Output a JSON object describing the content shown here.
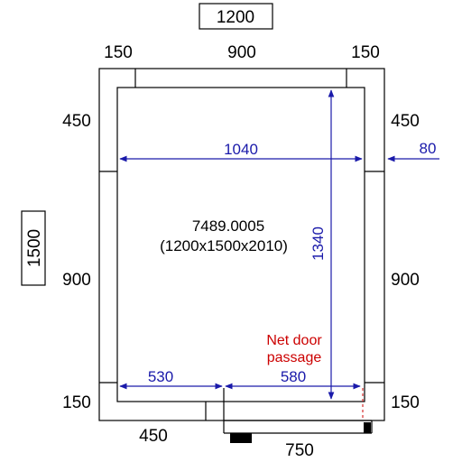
{
  "colors": {
    "outline": "#000000",
    "dimension_blue": "#1a1aaa",
    "note_red": "#cc0000",
    "door_fill": "#000000"
  },
  "dimensions": {
    "overall_width": "1200",
    "overall_depth": "1500",
    "top_left": "150",
    "top_center": "900",
    "top_right": "150",
    "left_upper": "450",
    "left_middle": "900",
    "left_lower": "150",
    "right_upper": "450",
    "right_middle": "900",
    "right_lower": "150",
    "bottom_left": "450",
    "bottom_door": "750",
    "inner_width": "1040",
    "inner_depth": "1340",
    "wall_thickness": "80",
    "inner_left_segment": "530",
    "inner_right_segment": "580"
  },
  "labels": {
    "model_code": "7489.0005",
    "model_size": "(1200x1500x2010)",
    "door_note_line1": "Net door",
    "door_note_line2": "passage"
  }
}
